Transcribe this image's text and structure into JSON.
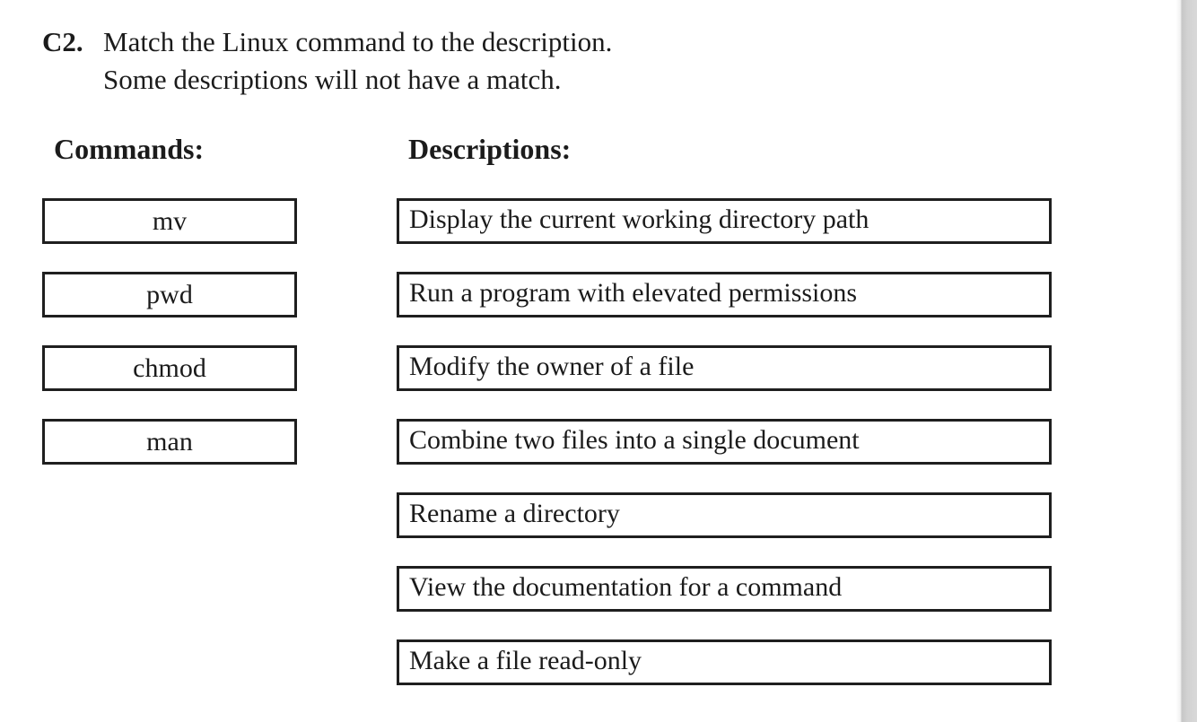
{
  "question": {
    "number": "C2.",
    "line1": "Match the Linux command to the description.",
    "line2": "Some descriptions will not have a match."
  },
  "commands": {
    "header": "Commands:",
    "items": [
      "mv",
      "pwd",
      "chmod",
      "man"
    ]
  },
  "descriptions": {
    "header": "Descriptions:",
    "items": [
      "Display the current working directory path",
      "Run a program with elevated permissions",
      "Modify the owner of a file",
      "Combine two files into a single document",
      "Rename a directory",
      "View the documentation for a command",
      "Make a file read-only"
    ]
  },
  "colors": {
    "text": "#1b1b1b",
    "border": "#1f1f1f",
    "page_bg": "#ffffff",
    "edge_light": "#f3f3f3",
    "edge_gray": "#d2d2d2"
  }
}
